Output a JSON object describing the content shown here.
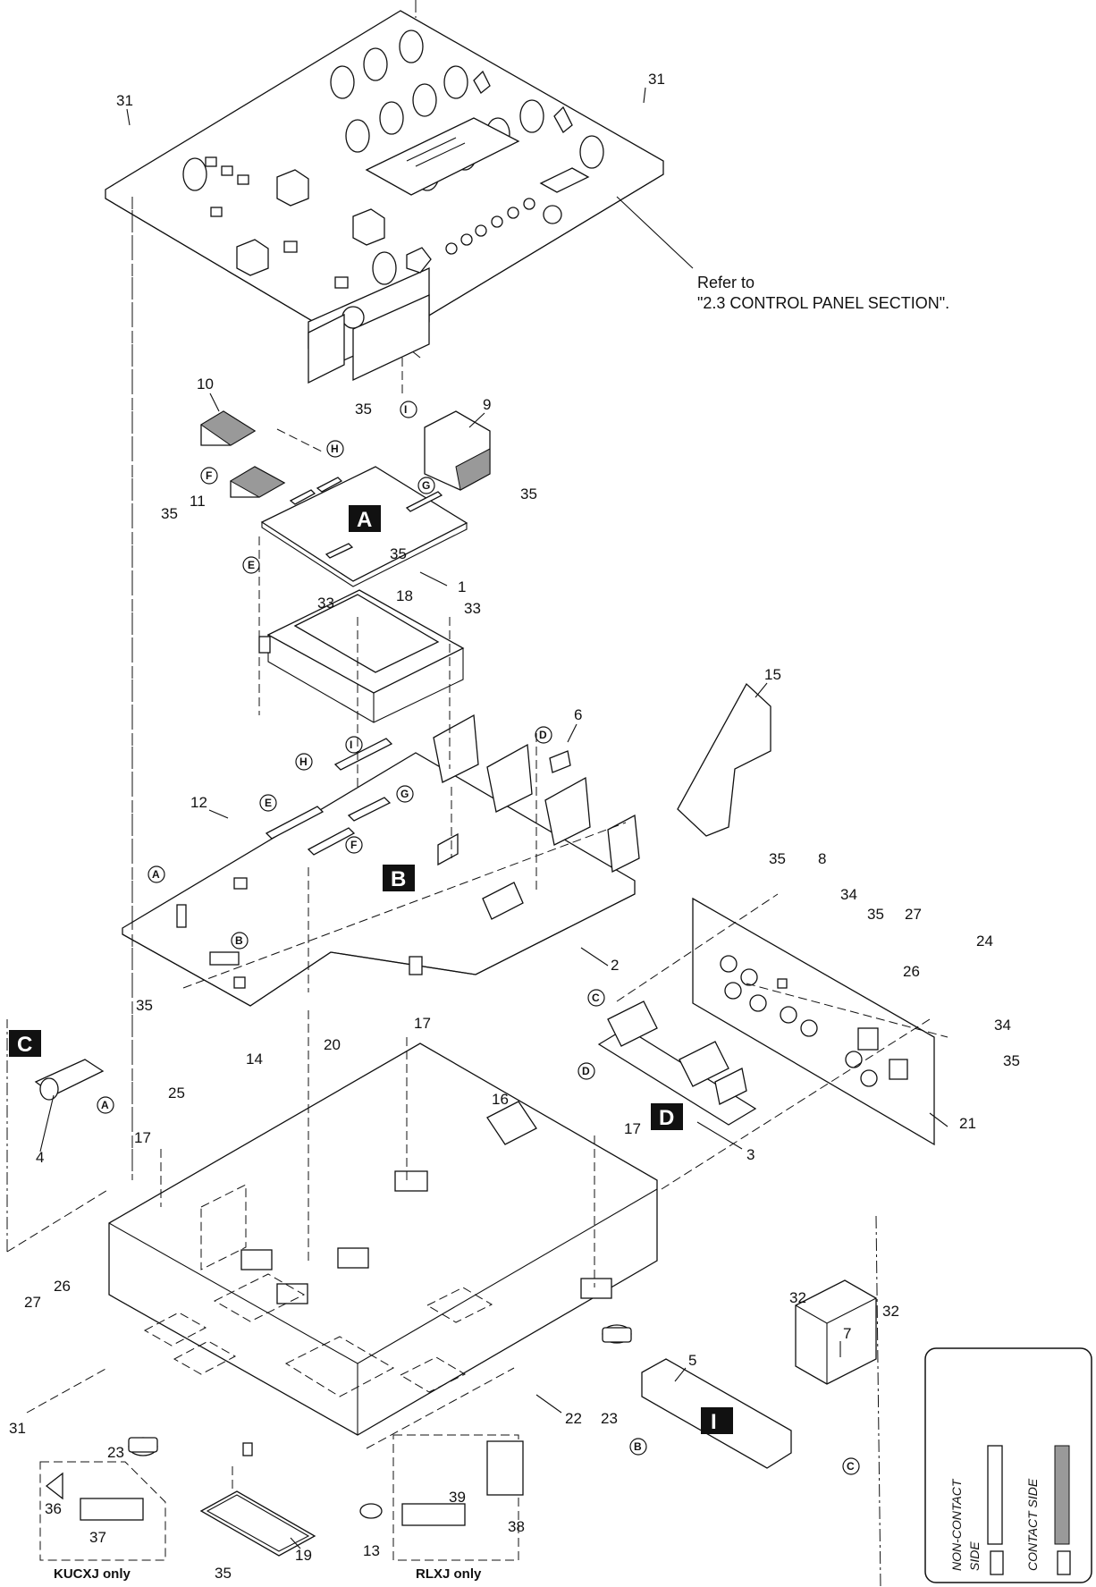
{
  "reference_note": {
    "line1": "Refer to",
    "line2": "\"2.3 CONTROL PANEL SECTION\"."
  },
  "board_labels": [
    "A",
    "B",
    "C",
    "D",
    "I"
  ],
  "part_numbers": {
    "n1": "1",
    "n2": "2",
    "n3": "3",
    "n4": "4",
    "n5": "5",
    "n6": "6",
    "n7": "7",
    "n8": "8",
    "n9": "9",
    "n10": "10",
    "n11": "11",
    "n12": "12",
    "n13": "13",
    "n14": "14",
    "n15": "15",
    "n16": "16",
    "n17": "17",
    "n18": "18",
    "n19": "19",
    "n20": "20",
    "n21": "21",
    "n22": "22",
    "n23": "23",
    "n24": "24",
    "n25": "25",
    "n26": "26",
    "n27": "27",
    "n31": "31",
    "n32": "32",
    "n33": "33",
    "n34": "34",
    "n35": "35",
    "n36": "36",
    "n37": "37",
    "n38": "38",
    "n39": "39"
  },
  "connector_markers": [
    "A",
    "B",
    "C",
    "D",
    "E",
    "F",
    "G",
    "H",
    "I"
  ],
  "region_notes": {
    "kucxj": "KUCXJ only",
    "rlxj": "RLXJ only"
  },
  "legend": {
    "non_contact_side_1": "NON-CONTACT",
    "non_contact_side_2": "SIDE",
    "contact_side": "CONTACT SIDE"
  }
}
